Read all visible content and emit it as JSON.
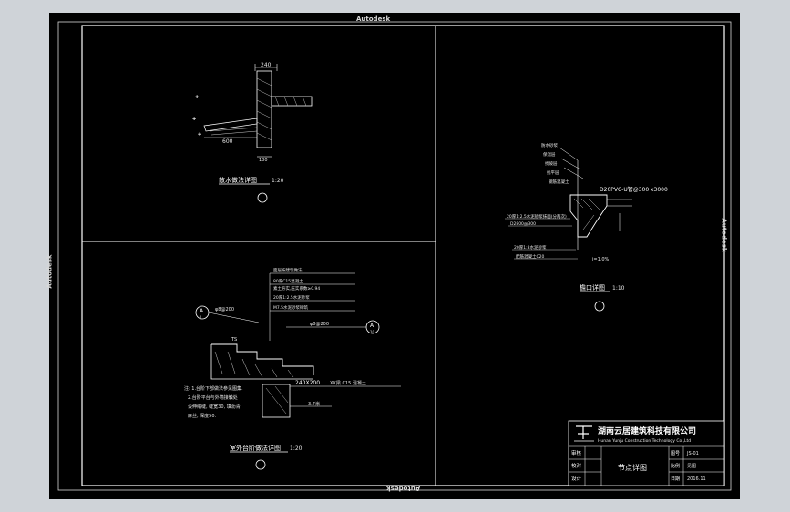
{
  "watermark": "Autodesk",
  "watermark_bottom": "Autodesk",
  "panels": {
    "top_left": {
      "dim_top": "240",
      "dim_width": "600",
      "dim_bottom": "180",
      "caption": "散水做法详图",
      "scale": "1:20",
      "number": "①"
    },
    "right": {
      "pipe_note": "D20PVC-U管@300",
      "pipe_note2": "x3000",
      "layers": [
        "防水砂浆",
        "保温层",
        "找坡层",
        "找平层",
        "钢筋混凝土"
      ],
      "left_notes": [
        "20厚1:2.5水泥砂浆抹面(分两次)",
        "D2800@300",
        "20厚1:3水泥砂浆",
        "配筋混凝土C20"
      ],
      "slope": "i=1.0%",
      "caption": "檐口详图",
      "scale": "1:10",
      "number": "①"
    },
    "bottom_left": {
      "layers": [
        "面层按建筑做法",
        "80厚C15混凝土",
        "素土夯实,压实系数≥0.94",
        "20厚1:2.5水泥砂浆",
        "M7.5水泥砂浆砌筑"
      ],
      "dim_left_label": "TS",
      "rebar1": "φ8@200",
      "rebar2": "φ8@200",
      "ref_left": "A",
      "ref_left_sub": "1",
      "ref_right": "A",
      "ref_right_sub": "10",
      "beam": "240X200",
      "beam_note": "XX梁 C15 混凝土",
      "depth": "3.7米",
      "notes": [
        "注: 1.台阶下部做法参见图集.",
        "2.台阶平台与外墙接触处",
        "设伸缩缝, 缝宽30, 填沥青",
        "麻丝, 深度50."
      ],
      "caption": "室外台阶做法详图",
      "scale": "1:20",
      "number": "①"
    }
  },
  "title_block": {
    "company_cn": "湖南云居建筑科技有限公司",
    "company_en": "Hunan Yunju Construction Technology Co.,Ltd",
    "drawing_title": "节点详图",
    "left_labels": [
      "审核",
      "校对",
      "设计"
    ],
    "right_labels": [
      "图号",
      "比例",
      "日期"
    ],
    "right_values": [
      "JS-01",
      "见图",
      "2016.11"
    ]
  },
  "colors": {
    "drawing_bg": "#000000",
    "line": "#ffffff",
    "viewer_frame": "#cfd3d8"
  }
}
